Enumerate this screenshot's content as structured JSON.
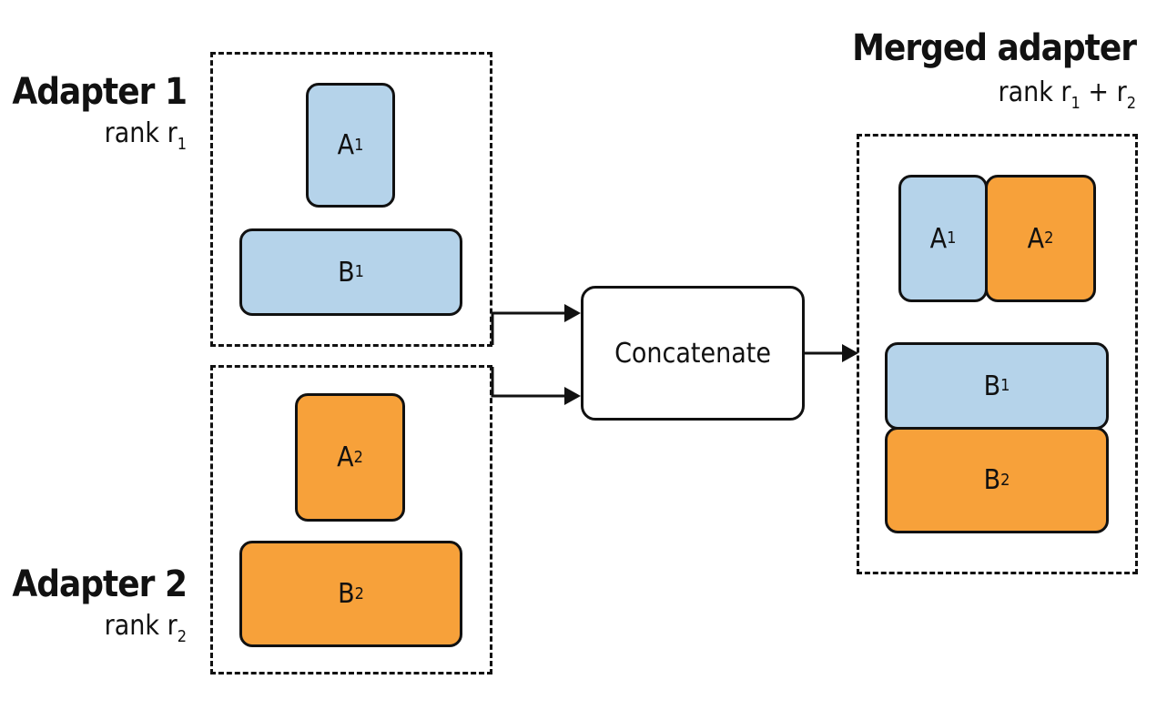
{
  "adapter1": {
    "title": "Adapter 1",
    "rank_prefix": "rank r",
    "rank_sub": "1",
    "block_a": {
      "letter": "A",
      "sub": "1"
    },
    "block_b": {
      "letter": "B",
      "sub": "1"
    }
  },
  "adapter2": {
    "title": "Adapter 2",
    "rank_prefix": "rank r",
    "rank_sub": "2",
    "block_a": {
      "letter": "A",
      "sub": "2"
    },
    "block_b": {
      "letter": "B",
      "sub": "2"
    }
  },
  "concatenate": {
    "label": "Concatenate"
  },
  "merged": {
    "title": "Merged adapter",
    "rank_prefix": "rank r",
    "rank_sub1": "1",
    "rank_plus": " + r",
    "rank_sub2": "2",
    "block_a1": {
      "letter": "A",
      "sub": "1"
    },
    "block_a2": {
      "letter": "A",
      "sub": "2"
    },
    "block_b1": {
      "letter": "B",
      "sub": "1"
    },
    "block_b2": {
      "letter": "B",
      "sub": "2"
    }
  },
  "colors": {
    "blue": "#b5d3ea",
    "orange": "#f7a13a",
    "stroke": "#111111"
  }
}
